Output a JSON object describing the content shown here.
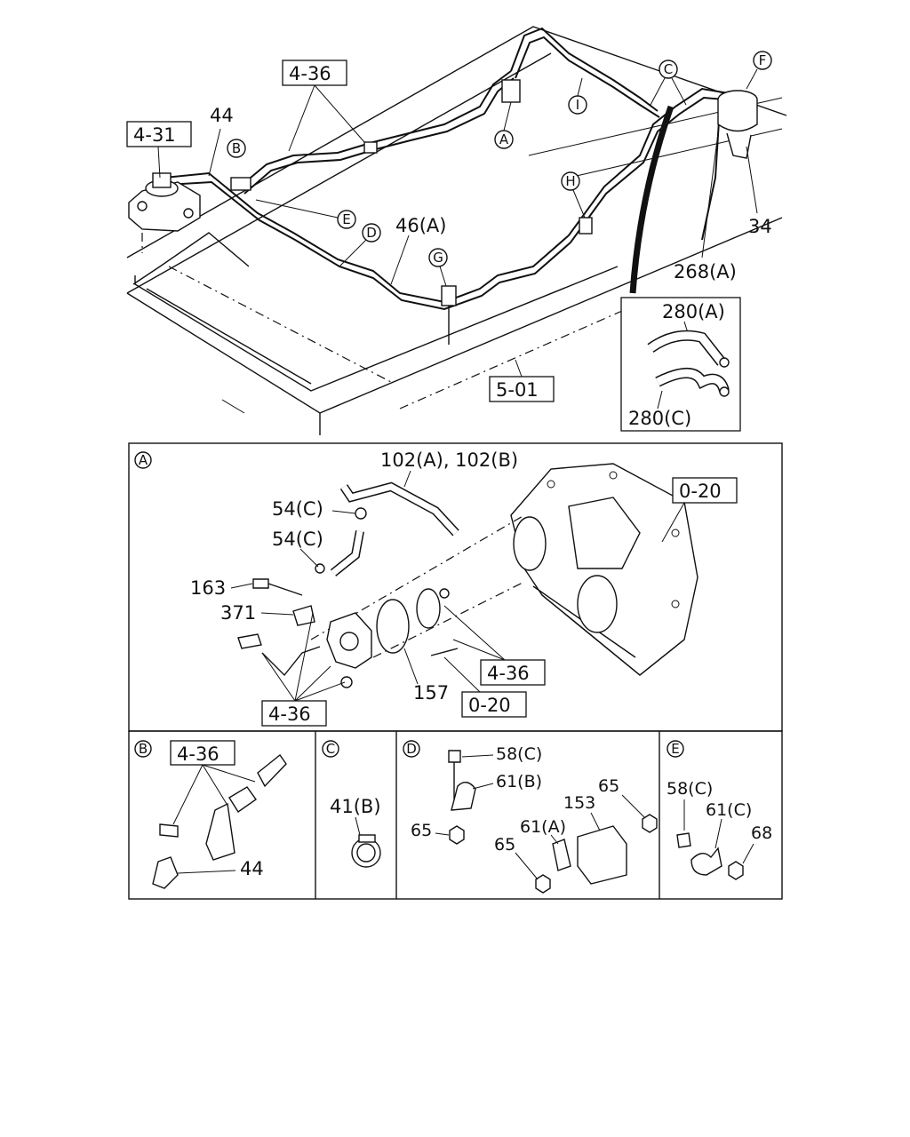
{
  "top": {
    "refs": {
      "r436": "4-36",
      "r431": "4-31",
      "r501": "5-01"
    },
    "labels": {
      "l44": "44",
      "l46a": "46(A)",
      "l34": "34",
      "l268a": "268(A)",
      "l280a": "280(A)",
      "l280c": "280(C)"
    },
    "circles": {
      "A": "A",
      "B": "B",
      "C": "C",
      "D": "D",
      "E": "E",
      "F": "F",
      "G": "G",
      "H": "H",
      "I": "I"
    }
  },
  "detailA": {
    "tag": "A",
    "refs": {
      "r020a": "0-20",
      "r436a": "4-36",
      "r436b": "4-36",
      "r020b": "0-20"
    },
    "labels": {
      "l102": "102(A), 102(B)",
      "l54c1": "54(C)",
      "l54c2": "54(C)",
      "l163": "163",
      "l371": "371",
      "l157": "157"
    }
  },
  "detailB": {
    "tag": "B",
    "ref": "4-36",
    "labels": {
      "l44": "44"
    }
  },
  "detailC": {
    "tag": "C",
    "labels": {
      "l41b": "41(B)"
    }
  },
  "detailD": {
    "tag": "D",
    "labels": {
      "l58c": "58(C)",
      "l61b": "61(B)",
      "l65a": "65",
      "l65b": "65",
      "l65c": "65",
      "l153": "153",
      "l61a": "61(A)"
    }
  },
  "detailE": {
    "tag": "E",
    "labels": {
      "l58c": "58(C)",
      "l61c": "61(C)",
      "l68": "68"
    }
  }
}
